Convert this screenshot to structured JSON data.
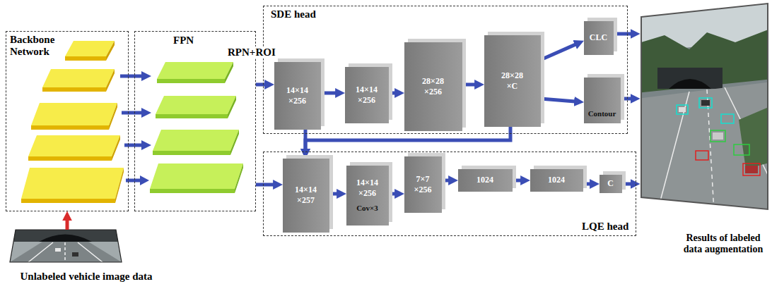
{
  "diagram": {
    "nodes": [
      {
        "text": [
          "Backbone Network"
        ]
      },
      {
        "text": [
          "FPN"
        ]
      },
      {
        "text": [
          "SDE head"
        ]
      },
      {
        "text": [
          "14×14 ×256"
        ],
        "in": 2
      },
      {
        "text": [
          "14×14 ×256"
        ],
        "in": 2
      },
      {
        "text": [
          "28×28 ×256"
        ],
        "in": 2
      },
      {
        "text": [
          "28×28 ×C"
        ],
        "in": 2
      },
      {
        "text": [
          "CLC"
        ],
        "in": 2
      },
      {
        "text": [
          "Contour"
        ],
        "in": 2
      },
      {
        "text": [
          "LQE head"
        ]
      },
      {
        "text": [
          "14×14 ×257"
        ],
        "in": 9
      },
      {
        "text": [
          "14×14 ×256",
          "Cov×3"
        ],
        "in": 9
      },
      {
        "text": [
          "7×7 ×256"
        ],
        "in": 9
      },
      {
        "text": [
          "1024"
        ],
        "in": 9
      },
      {
        "text": [
          "1024"
        ],
        "in": 9
      },
      {
        "text": [
          "C"
        ],
        "in": 9
      },
      {
        "text": [
          "Results of labeled data augmentation"
        ]
      },
      {
        "text": [
          "Unlabeled vehicle image data"
        ]
      }
    ],
    "edges": [
      {
        "from": 17,
        "to": 0,
        "arrow": "to"
      },
      {
        "from": 1,
        "to": 3,
        "label": "RPN+ROI",
        "arrow": "to"
      },
      {
        "from": 1,
        "to": 10,
        "arrow": "to"
      },
      {
        "from": 3,
        "to": 4,
        "arrow": "to"
      },
      {
        "from": 4,
        "to": 5,
        "arrow": "to"
      },
      {
        "from": 5,
        "to": 6,
        "arrow": "to"
      },
      {
        "from": 6,
        "to": 7,
        "arrow": "to"
      },
      {
        "from": 6,
        "to": 8,
        "arrow": "to"
      },
      {
        "from": 7,
        "to": 16,
        "arrow": "to"
      },
      {
        "from": 8,
        "to": 16,
        "arrow": "to"
      },
      {
        "from": 3,
        "to": 10,
        "arrow": "to"
      },
      {
        "from": 6,
        "to": 10,
        "arrow": "to"
      },
      {
        "from": 10,
        "to": 11,
        "arrow": "to"
      },
      {
        "from": 11,
        "to": 12,
        "arrow": "to"
      },
      {
        "from": 12,
        "to": 13,
        "arrow": "to"
      },
      {
        "from": 13,
        "to": 14,
        "arrow": "to"
      },
      {
        "from": 14,
        "to": 15,
        "arrow": "to"
      },
      {
        "from": 15,
        "to": 16,
        "arrow": "to"
      }
    ]
  }
}
